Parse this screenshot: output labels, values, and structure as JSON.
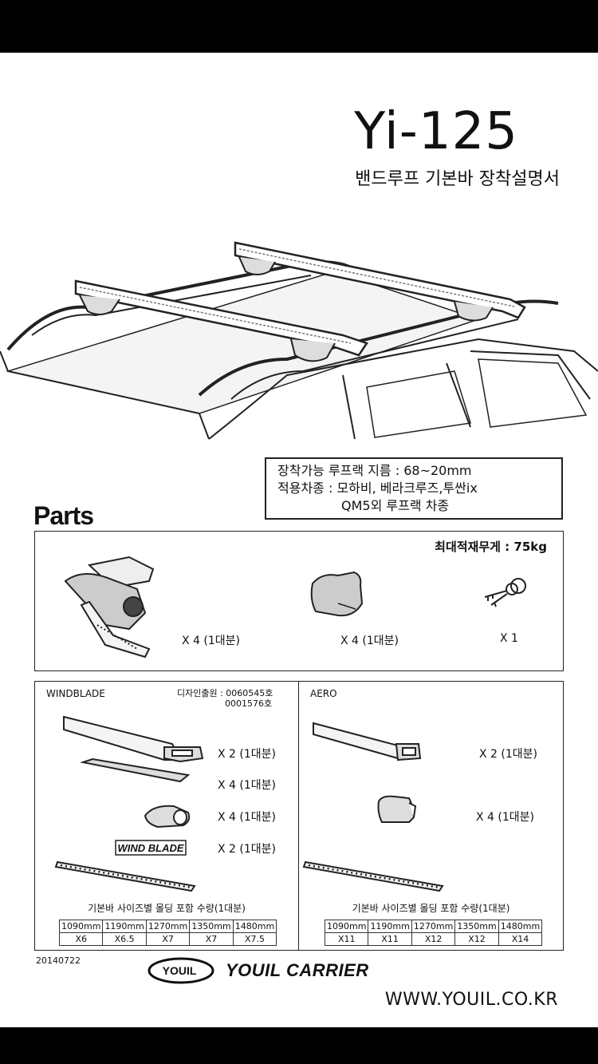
{
  "header": {
    "model": "Yi-125",
    "subtitle": "밴드루프 기본바 장착설명서"
  },
  "spec": {
    "line1": "장착가능 루프랙 지름 : 68~20mm",
    "line2": "적용차종 : 모하비, 베라크루즈,투싼ix",
    "line3": "QM5외 루프랙 차종"
  },
  "parts": {
    "title": "Parts",
    "max_load": "최대적재무게 : 75kg",
    "items": [
      {
        "icon": "foot-bracket-icon",
        "qty": "X 4 (1대분)"
      },
      {
        "icon": "end-cap-icon",
        "qty": "X 4 (1대분)"
      },
      {
        "icon": "keys-icon",
        "qty": "X 1"
      }
    ]
  },
  "windblade": {
    "label": "WINDBLADE",
    "design_line1": "디자인출원 : 0060545호",
    "design_line2": "0001576호",
    "items": [
      {
        "icon": "windblade-bar-icon",
        "qty": "X 2 (1대분)"
      },
      {
        "icon": "rubber-strip-icon",
        "qty": "X 4 (1대분)"
      },
      {
        "icon": "bar-end-cap-icon",
        "qty": "X 4 (1대분)"
      },
      {
        "icon": "windblade-decal-icon",
        "qty": "X 2 (1대분)",
        "decal_text": "WIND BLADE"
      }
    ],
    "caption": "기본바 사이즈별 몰딩 포함 수량(1대분)",
    "sizes": [
      "1090mm",
      "1190mm",
      "1270mm",
      "1350mm",
      "1480mm"
    ],
    "counts": [
      "X6",
      "X6.5",
      "X7",
      "X7",
      "X7.5"
    ]
  },
  "aero": {
    "label": "AERO",
    "items": [
      {
        "icon": "aero-bar-icon",
        "qty": "X 2 (1대분)"
      },
      {
        "icon": "aero-end-cap-icon",
        "qty": "X 4 (1대분)"
      }
    ],
    "caption": "기본바 사이즈별 몰딩 포함 수량(1대분)",
    "sizes": [
      "1090mm",
      "1190mm",
      "1270mm",
      "1350mm",
      "1480mm"
    ],
    "counts": [
      "X11",
      "X11",
      "X12",
      "X12",
      "X14"
    ]
  },
  "footer": {
    "date_code": "20140722",
    "logo_text": "YOUIL",
    "brand": "YOUIL CARRIER",
    "website": "WWW.YOUIL.CO.KR"
  }
}
